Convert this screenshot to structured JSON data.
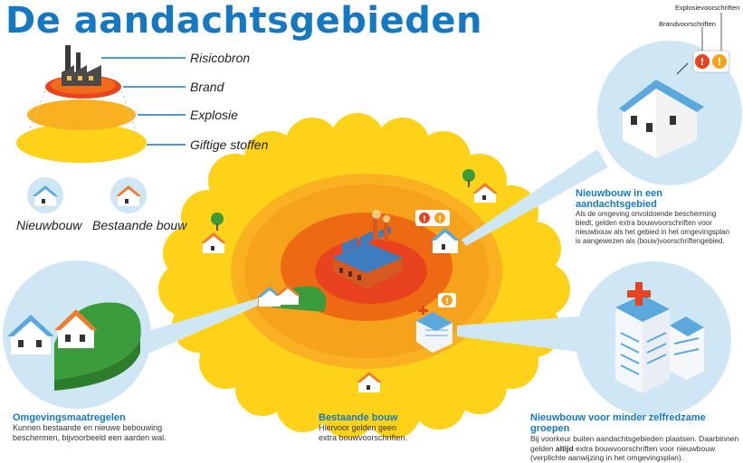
{
  "title": "De aandachtsgebieden",
  "legend": {
    "risicobron": "Risicobron",
    "brand": "Brand",
    "explosie": "Explosie",
    "giftige_stoffen": "Giftige stoffen",
    "nieuwbouw": "Nieuwbouw",
    "bestaande_bouw": "Bestaande bouw"
  },
  "signs": {
    "explosievoorschriften": "Explosievoorschriften",
    "brandvoorschriften": "Brandvoorschriften"
  },
  "captions": {
    "nieuwbouw_title": "Nieuwbouw in een aandachtsgebied",
    "nieuwbouw_lines": [
      "Als de omgeving onvoldoende bescherming",
      "biedt, gelden extra bouwvoorschriften voor",
      "nieuwbouw als het gebied in het omgevingsplan",
      "is aangewezen als (bouw)voorschriftengebied."
    ],
    "omgeving_title": "Omgevingsmaatregelen",
    "omgeving_lines": [
      "Kunnen bestaande en nieuwe bebouwing",
      "beschermen, bijvoorbeeld een aarden wal."
    ],
    "bestaande_title": "Bestaande bouw",
    "bestaande_lines": [
      "Hiervoor gelden geen",
      "extra bouwvoorschriften."
    ],
    "minder_title": "Nieuwbouw voor minder zelfredzame groepen",
    "minder_line1_pre": "Bij voorkeur buiten aandachtsgebieden plaatsen. Daarbinnen",
    "minder_line2_pre": "gelden ",
    "minder_line2_bold": "altijd",
    "minder_line2_post": " extra bouwvoorschriften voor nieuwbouw",
    "minder_line3": "(verplichte aanwijzing in het omgevingsplan)."
  },
  "colors": {
    "title_blue": "#1479c2",
    "yellow": "#ffd21a",
    "orange": "#f7a21b",
    "deep_orange": "#ee6a12",
    "red": "#e8421e",
    "light_blue": "#cfe6f5",
    "green": "#3a9c3a"
  }
}
